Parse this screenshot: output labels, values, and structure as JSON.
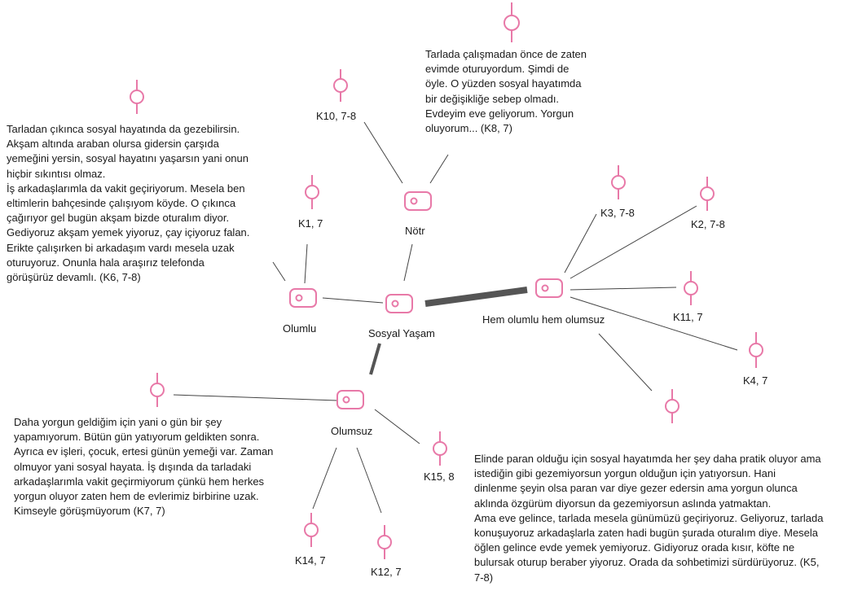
{
  "colors": {
    "icon": "#e879a8",
    "line": "#444444",
    "thick_line": "#555555",
    "text": "#1a1a1a"
  },
  "nodes": {
    "sosyal": "Sosyal Yaşam",
    "notr": "Nötr",
    "olumlu": "Olumlu",
    "olumsuz": "Olumsuz",
    "hem": "Hem olumlu hem olumsuz"
  },
  "participants": {
    "k10": "K10, 7-8",
    "k1": "K1, 7",
    "k3": "K3, 7-8",
    "k2": "K2, 7-8",
    "k11": "K11, 7",
    "k4": "K4, 7",
    "k15": "K15, 8",
    "k14": "K14, 7",
    "k12": "K12, 7"
  },
  "quotes": {
    "k8": "Tarlada çalışmadan önce de zaten\nevimde oturuyordum. Şimdi de\nöyle. O yüzden sosyal hayatımda\nbir değişikliğe sebep olmadı.\nEvdeyim eve geliyorum. Yorgun\noluyorum... (K8, 7)",
    "k6": "Tarladan çıkınca sosyal hayatında da gezebilirsin.\nAkşam altında araban olursa gidersin çarşıda\nyemeğini yersin, sosyal hayatını yaşarsın yani onun\nhiçbir sıkıntısı olmaz.\nİş arkadaşlarımla da vakit geçiriyorum. Mesela ben\neltimlerin bahçesinde çalışıyom köyde. O çıkınca\nçağırıyor gel bugün akşam bizde oturalım diyor.\nGediyoruz akşam yemek yiyoruz, çay içiyoruz falan.\nErikte çalışırken bi arkadaşım vardı mesela uzak\noturuyoruz. Onunla hala araşırız telefonda\ngörüşürüz devamlı. (K6, 7-8)",
    "k7": "Daha yorgun geldiğim için yani o gün bir şey\nyapamıyorum. Bütün gün yatıyorum geldikten sonra.\nAyrıca ev işleri, çocuk, ertesi günün yemeği var. Zaman\nolmuyor yani sosyal hayata. İş dışında da tarladaki\narkadaşlarımla vakit geçirmiyorum çünkü hem herkes\nyorgun oluyor zaten hem de evlerimiz birbirine uzak.\nKimseyle görüşmüyorum (K7, 7)",
    "k5": "Elinde paran olduğu için sosyal hayatımda her şey daha pratik oluyor ama\nistediğin gibi gezemiyorsun yorgun olduğun için yatıyorsun. Hani\ndinlenme şeyin olsa paran var diye gezer edersin ama yorgun olunca\naklında özgürüm diyorsun da gezemiyorsun aslında yatmaktan.\nAma eve gelince, tarlada mesela günümüzü geçiriyoruz. Geliyoruz, tarlada\nkonuşuyoruz arkadaşlarla zaten hadi bugün şurada oturalım diye. Mesela\nöğlen gelince evde yemek yemiyoruz. Gidiyoruz orada kısır, köfte ne\nbulursak oturup beraber yiyoruz. Orada da sohbetimizi sürdürüyoruz. (K5,\n7-8)"
  }
}
